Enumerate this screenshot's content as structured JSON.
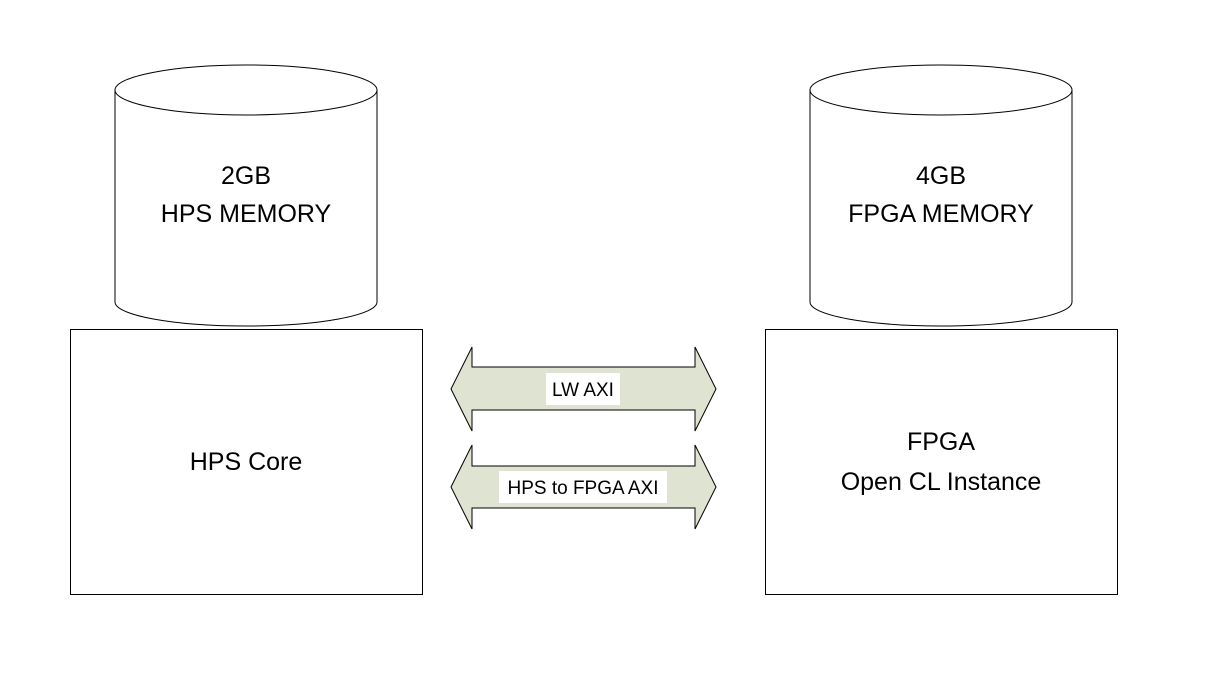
{
  "diagram": {
    "hps_memory": {
      "size": "2GB",
      "label": "HPS MEMORY"
    },
    "fpga_memory": {
      "size": "4GB",
      "label": "FPGA MEMORY"
    },
    "hps_core": {
      "label": "HPS Core"
    },
    "fpga": {
      "line1": "FPGA",
      "line2": "Open CL Instance"
    },
    "links": [
      {
        "label": "LW AXI",
        "direction": "bidirectional"
      },
      {
        "label": "HPS to FPGA AXI",
        "direction": "bidirectional"
      }
    ],
    "colors": {
      "arrow_fill": "#dfe3d1",
      "stroke": "#000000"
    }
  }
}
